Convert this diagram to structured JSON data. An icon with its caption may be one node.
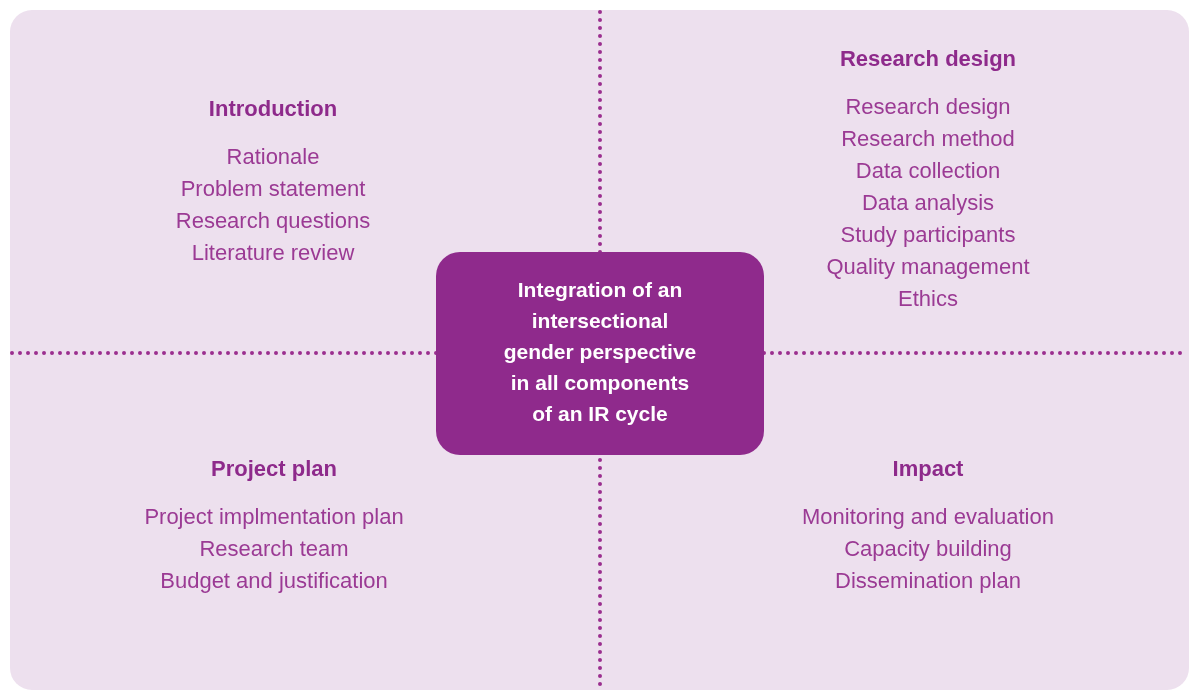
{
  "diagram": {
    "nodes": [
      {
        "text": [
          "Introduction",
          "Rationale",
          "Problem statement",
          "Research questions",
          "Literature review"
        ]
      },
      {
        "text": [
          "Research design",
          "Research design",
          "Research method",
          "Data collection",
          "Data analysis",
          "Study participants",
          "Quality management",
          "Ethics"
        ]
      },
      {
        "text": [
          "Integration of an intersectional gender perspective in all components of an IR cycle"
        ]
      },
      {
        "text": [
          "Project plan",
          "Project implmentation plan",
          "Research team",
          "Budget and justification"
        ]
      },
      {
        "text": [
          "Impact",
          "Monitoring and evaluation",
          "Capacity building",
          "Dissemination plan"
        ]
      }
    ]
  }
}
